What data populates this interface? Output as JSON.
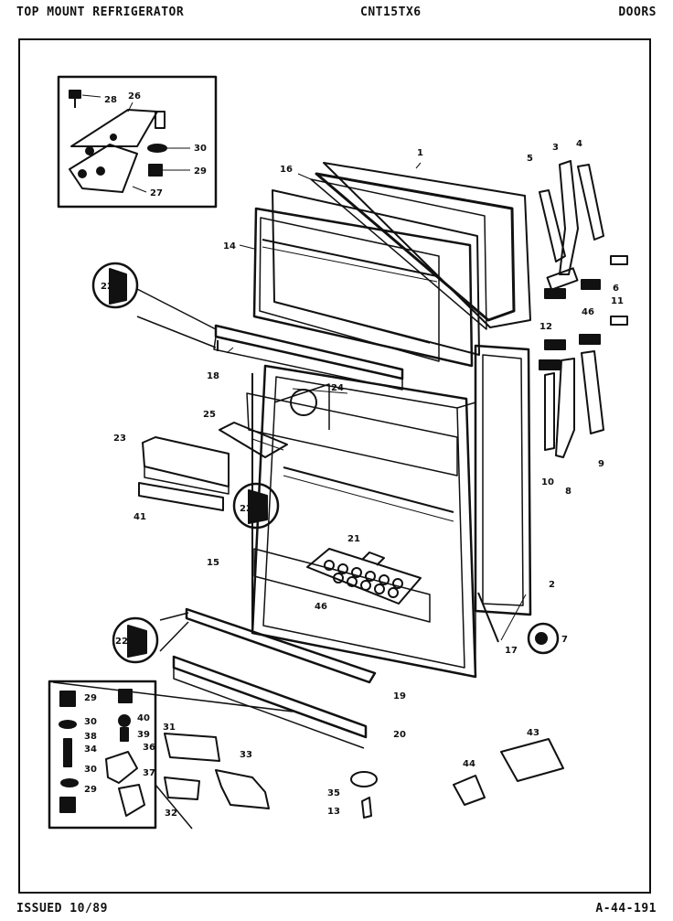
{
  "header": {
    "left": "TOP MOUNT REFRIGERATOR",
    "center": "CNT15TX6",
    "right": "DOORS"
  },
  "footer": {
    "left": "ISSUED 10/89",
    "right": "A-44-191"
  },
  "callouts": [
    {
      "id": "c28a",
      "text": "28"
    },
    {
      "id": "c26",
      "text": "26"
    },
    {
      "id": "c30a",
      "text": "30"
    },
    {
      "id": "c29a",
      "text": "29"
    },
    {
      "id": "c27",
      "text": "27"
    },
    {
      "id": "c1",
      "text": "1"
    },
    {
      "id": "c16",
      "text": "16"
    },
    {
      "id": "c14",
      "text": "14"
    },
    {
      "id": "c5",
      "text": "5"
    },
    {
      "id": "c3",
      "text": "3"
    },
    {
      "id": "c4",
      "text": "4"
    },
    {
      "id": "c6",
      "text": "6"
    },
    {
      "id": "c11",
      "text": "11"
    },
    {
      "id": "c46a",
      "text": "46"
    },
    {
      "id": "c12",
      "text": "12"
    },
    {
      "id": "c22a",
      "text": "22"
    },
    {
      "id": "c18",
      "text": "18"
    },
    {
      "id": "c24",
      "text": "24"
    },
    {
      "id": "c25",
      "text": "25"
    },
    {
      "id": "c23",
      "text": "23"
    },
    {
      "id": "c22b",
      "text": "22"
    },
    {
      "id": "c41",
      "text": "41"
    },
    {
      "id": "c21",
      "text": "21"
    },
    {
      "id": "c15",
      "text": "15"
    },
    {
      "id": "c46b",
      "text": "46"
    },
    {
      "id": "c10",
      "text": "10"
    },
    {
      "id": "c8",
      "text": "8"
    },
    {
      "id": "c9",
      "text": "9"
    },
    {
      "id": "c2",
      "text": "2"
    },
    {
      "id": "c7",
      "text": "7"
    },
    {
      "id": "c17",
      "text": "17"
    },
    {
      "id": "c22c",
      "text": "22"
    },
    {
      "id": "c19",
      "text": "19"
    },
    {
      "id": "c20",
      "text": "20"
    },
    {
      "id": "c29b",
      "text": "29"
    },
    {
      "id": "c30b",
      "text": "30"
    },
    {
      "id": "c40",
      "text": "40"
    },
    {
      "id": "c38",
      "text": "38"
    },
    {
      "id": "c39",
      "text": "39"
    },
    {
      "id": "c34",
      "text": "34"
    },
    {
      "id": "c36",
      "text": "36"
    },
    {
      "id": "c30c",
      "text": "30"
    },
    {
      "id": "c37",
      "text": "37"
    },
    {
      "id": "c29c",
      "text": "29"
    },
    {
      "id": "c31",
      "text": "31"
    },
    {
      "id": "c33",
      "text": "33"
    },
    {
      "id": "c32",
      "text": "32"
    },
    {
      "id": "c35",
      "text": "35"
    },
    {
      "id": "c13",
      "text": "13"
    },
    {
      "id": "c43",
      "text": "43"
    },
    {
      "id": "c44",
      "text": "44"
    }
  ]
}
